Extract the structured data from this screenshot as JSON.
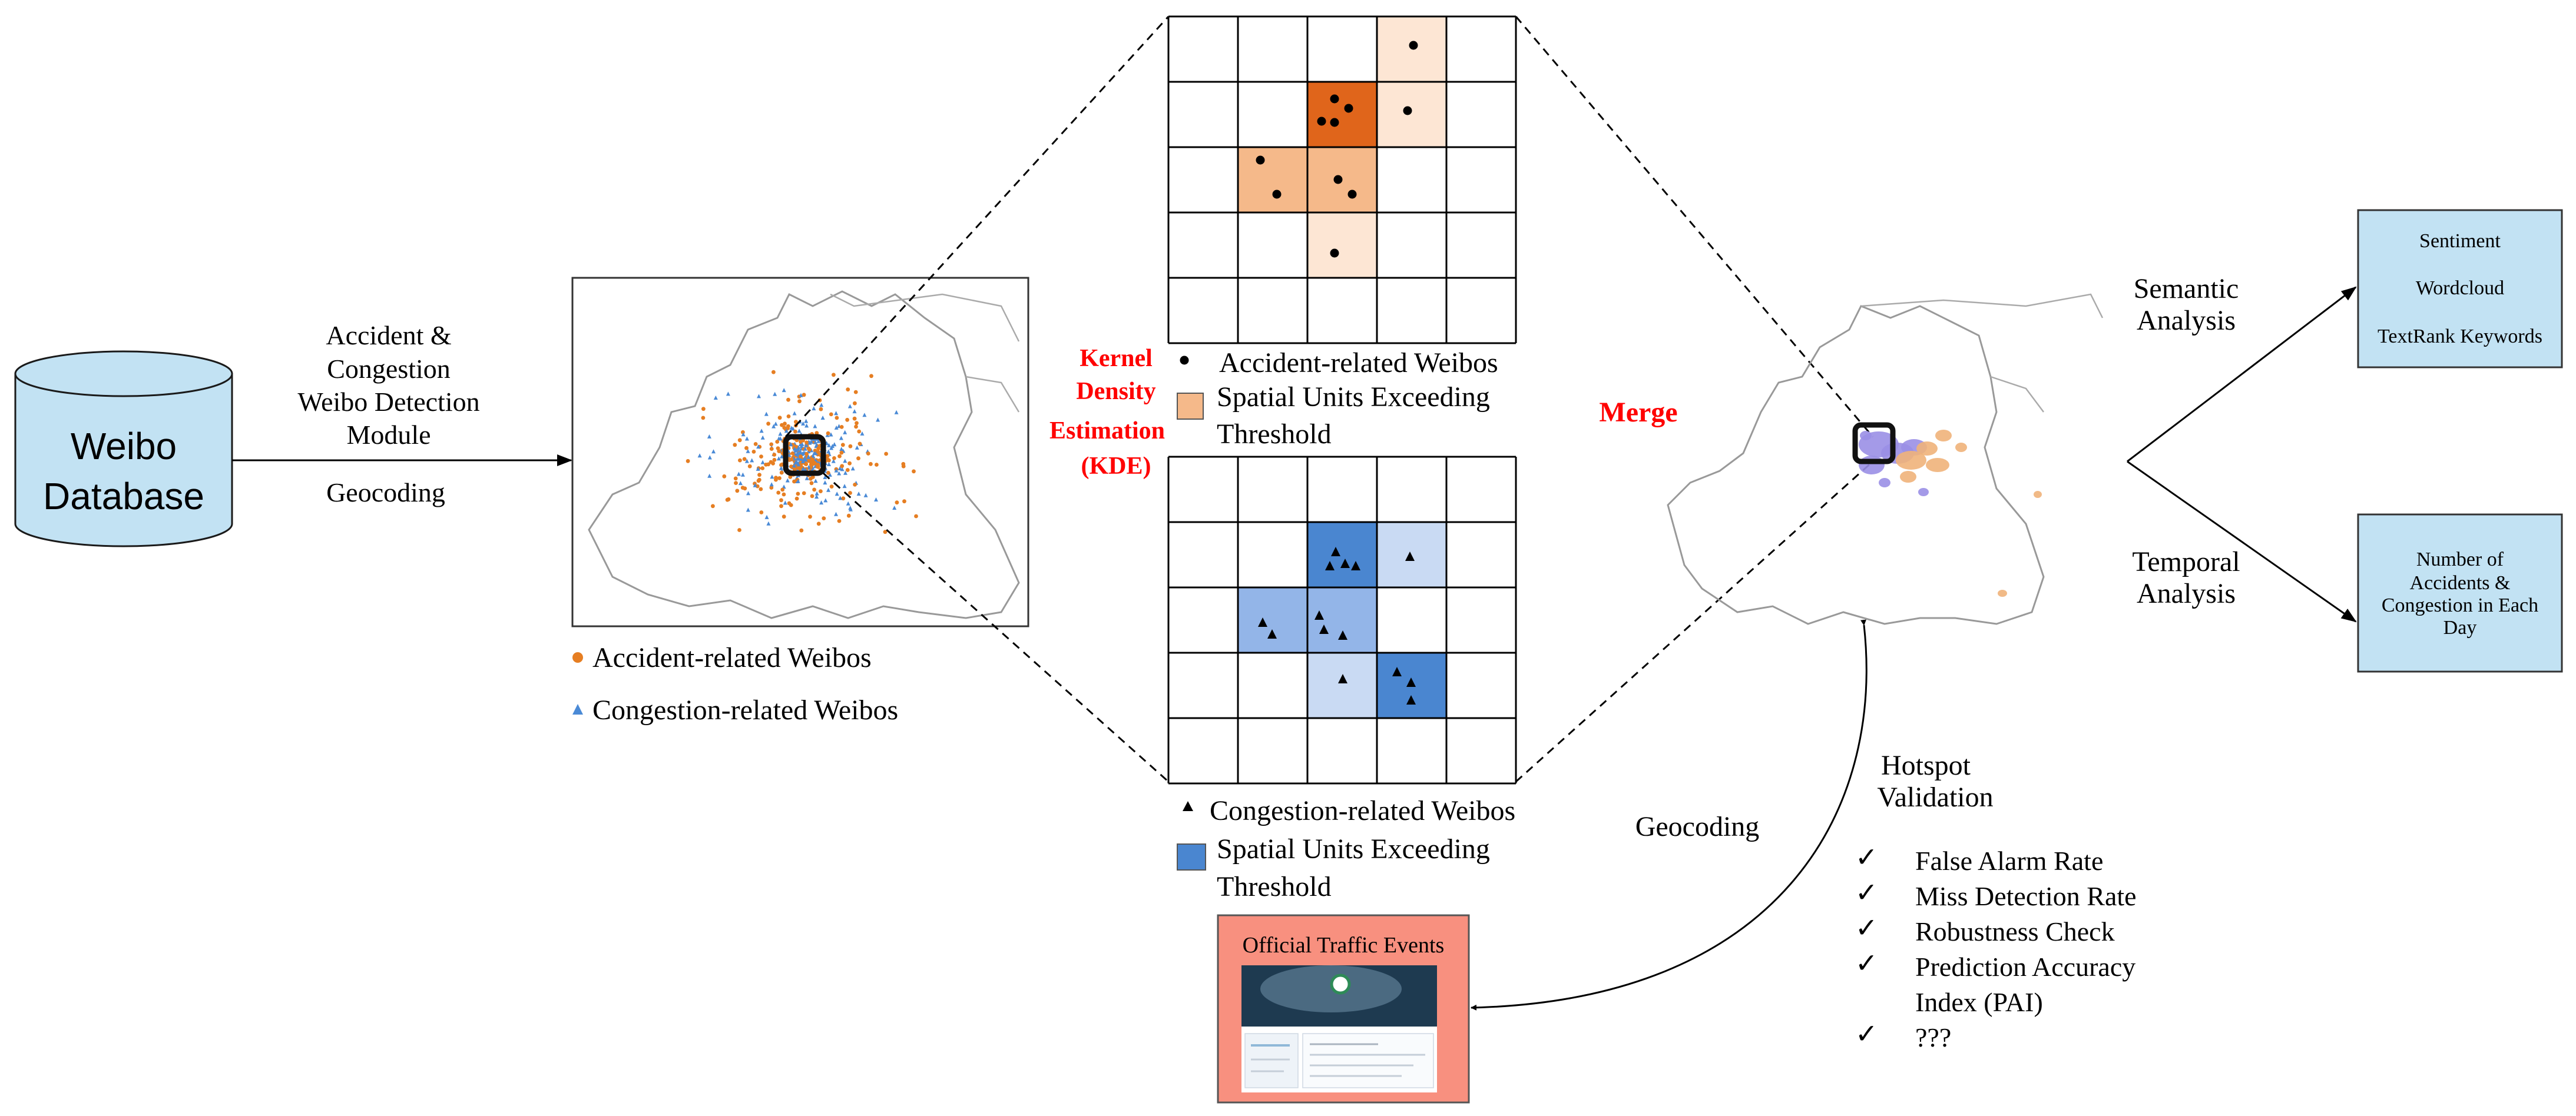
{
  "database": {
    "line1": "Weibo",
    "line2": "Database",
    "fill": "#c2e2f3"
  },
  "detection": {
    "lines": [
      "Accident &",
      "Congestion",
      "Weibo Detection",
      "Module"
    ],
    "geocoding": "Geocoding"
  },
  "map_legend": {
    "accident": "Accident-related Weibos",
    "congestion": "Congestion-related Weibos",
    "accident_color": "#e67e22",
    "congestion_color": "#4a8ad6"
  },
  "kde": {
    "lines": [
      "Kernel",
      "Density",
      "Estimation",
      "(KDE)"
    ],
    "color": "#ff0000"
  },
  "accident_grid": {
    "legend_points": "Accident-related Weibos",
    "legend_units_1": "Spatial Units Exceeding",
    "legend_units_2": "Threshold",
    "unit_color": "#f5b98a",
    "colors": {
      "light": "#fde6d4",
      "mid": "#f5b98a",
      "dark": "#e0651b"
    }
  },
  "congestion_grid": {
    "legend_points": "Congestion-related Weibos",
    "legend_units_1": "Spatial Units Exceeding",
    "legend_units_2": "Threshold",
    "unit_color": "#4a86d0",
    "colors": {
      "light": "#c9daf3",
      "mid": "#93b5e8",
      "dark": "#4a86d0"
    }
  },
  "merge": {
    "label": "Merge",
    "color": "#ff0000"
  },
  "semantic": {
    "line1": "Semantic",
    "line2": "Analysis"
  },
  "temporal": {
    "line1": "Temporal",
    "line2": "Analysis"
  },
  "semantic_box": {
    "items": [
      "Sentiment",
      "Wordcloud",
      "TextRank Keywords"
    ],
    "fill": "#c2e2f3"
  },
  "temporal_box": {
    "lines": [
      "Number of",
      "Accidents &",
      "Congestion in Each",
      "Day"
    ],
    "fill": "#c2e2f3"
  },
  "geocoding2": "Geocoding",
  "validation": {
    "title1": "Hotspot",
    "title2": "Validation",
    "check": "✓",
    "items": [
      "False Alarm Rate",
      "Miss Detection Rate",
      "Robustness Check",
      "Prediction Accuracy",
      "Index (PAI)",
      "???"
    ]
  },
  "official": {
    "title": "Official Traffic Events",
    "fill": "#f8907f"
  }
}
